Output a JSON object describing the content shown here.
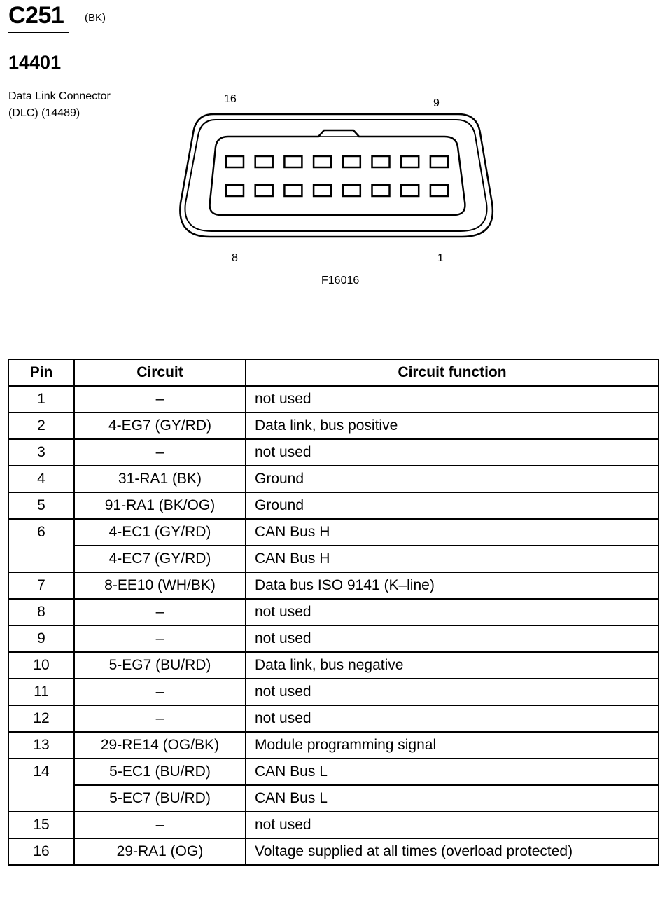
{
  "header": {
    "connector_id": "C251",
    "connector_color": "(BK)",
    "harness_id": "14401",
    "connector_name_line1": "Data Link Connector",
    "connector_name_line2": "(DLC) (14489)"
  },
  "diagram": {
    "pin_labels": {
      "top_left": "16",
      "top_right": "9",
      "bottom_left": "8",
      "bottom_right": "1"
    },
    "figure_code": "F16016"
  },
  "table": {
    "headers": {
      "pin": "Pin",
      "circuit": "Circuit",
      "function": "Circuit function"
    },
    "rows": [
      {
        "pin": "1",
        "circuit": "–",
        "function": "not used"
      },
      {
        "pin": "2",
        "circuit": "4-EG7 (GY/RD)",
        "function": "Data link, bus positive"
      },
      {
        "pin": "3",
        "circuit": "–",
        "function": "not used"
      },
      {
        "pin": "4",
        "circuit": "31-RA1 (BK)",
        "function": "Ground"
      },
      {
        "pin": "5",
        "circuit": "91-RA1 (BK/OG)",
        "function": "Ground"
      },
      {
        "pin": "6",
        "circuit": "4-EC1 (GY/RD)",
        "function": "CAN Bus H"
      },
      {
        "pin": "",
        "circuit": "4-EC7 (GY/RD)",
        "function": "CAN Bus H"
      },
      {
        "pin": "7",
        "circuit": "8-EE10 (WH/BK)",
        "function": "Data bus ISO 9141 (K–line)"
      },
      {
        "pin": "8",
        "circuit": "–",
        "function": "not used"
      },
      {
        "pin": "9",
        "circuit": "–",
        "function": "not used"
      },
      {
        "pin": "10",
        "circuit": "5-EG7 (BU/RD)",
        "function": "Data link, bus negative"
      },
      {
        "pin": "11",
        "circuit": "–",
        "function": "not used"
      },
      {
        "pin": "12",
        "circuit": "–",
        "function": "not used"
      },
      {
        "pin": "13",
        "circuit": "29-RE14 (OG/BK)",
        "function": "Module programming signal"
      },
      {
        "pin": "14",
        "circuit": "5-EC1 (BU/RD)",
        "function": "CAN Bus L"
      },
      {
        "pin": "",
        "circuit": "5-EC7 (BU/RD)",
        "function": "CAN Bus L"
      },
      {
        "pin": "15",
        "circuit": "–",
        "function": "not used"
      },
      {
        "pin": "16",
        "circuit": "29-RA1 (OG)",
        "function": "Voltage supplied at all times (overload protected)"
      }
    ]
  }
}
